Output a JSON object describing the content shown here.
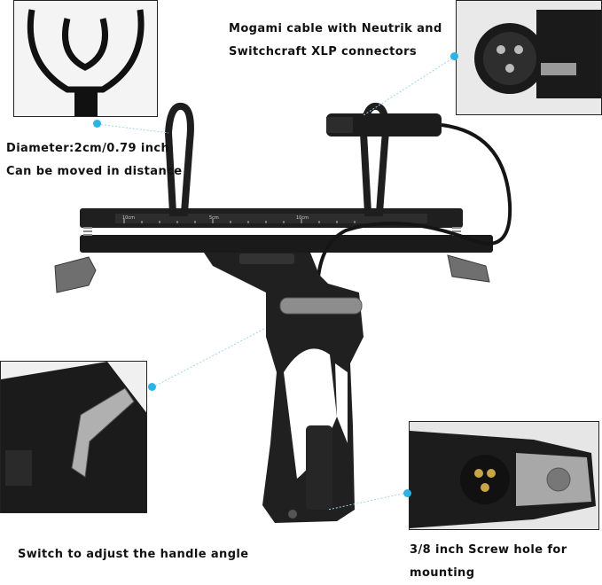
{
  "labels": {
    "cable_line1": "Mogami cable with Neutrik and",
    "cable_line2": "Switchcraft XLP connectors",
    "diameter_line1": "Diameter:2cm/0.79 inch",
    "diameter_line2": "Can be moved in distance",
    "switch": "Switch to adjust the handle angle",
    "screw_line1": "3/8 inch Screw hole for",
    "screw_line2": "mounting"
  },
  "ruler_marks": [
    "10cm",
    "5cm",
    "10cm"
  ],
  "colors": {
    "callout_dot": "#2ab4e6",
    "text": "#111111",
    "product_black": "#1c1c1c",
    "metal": "#9a9a9a"
  }
}
